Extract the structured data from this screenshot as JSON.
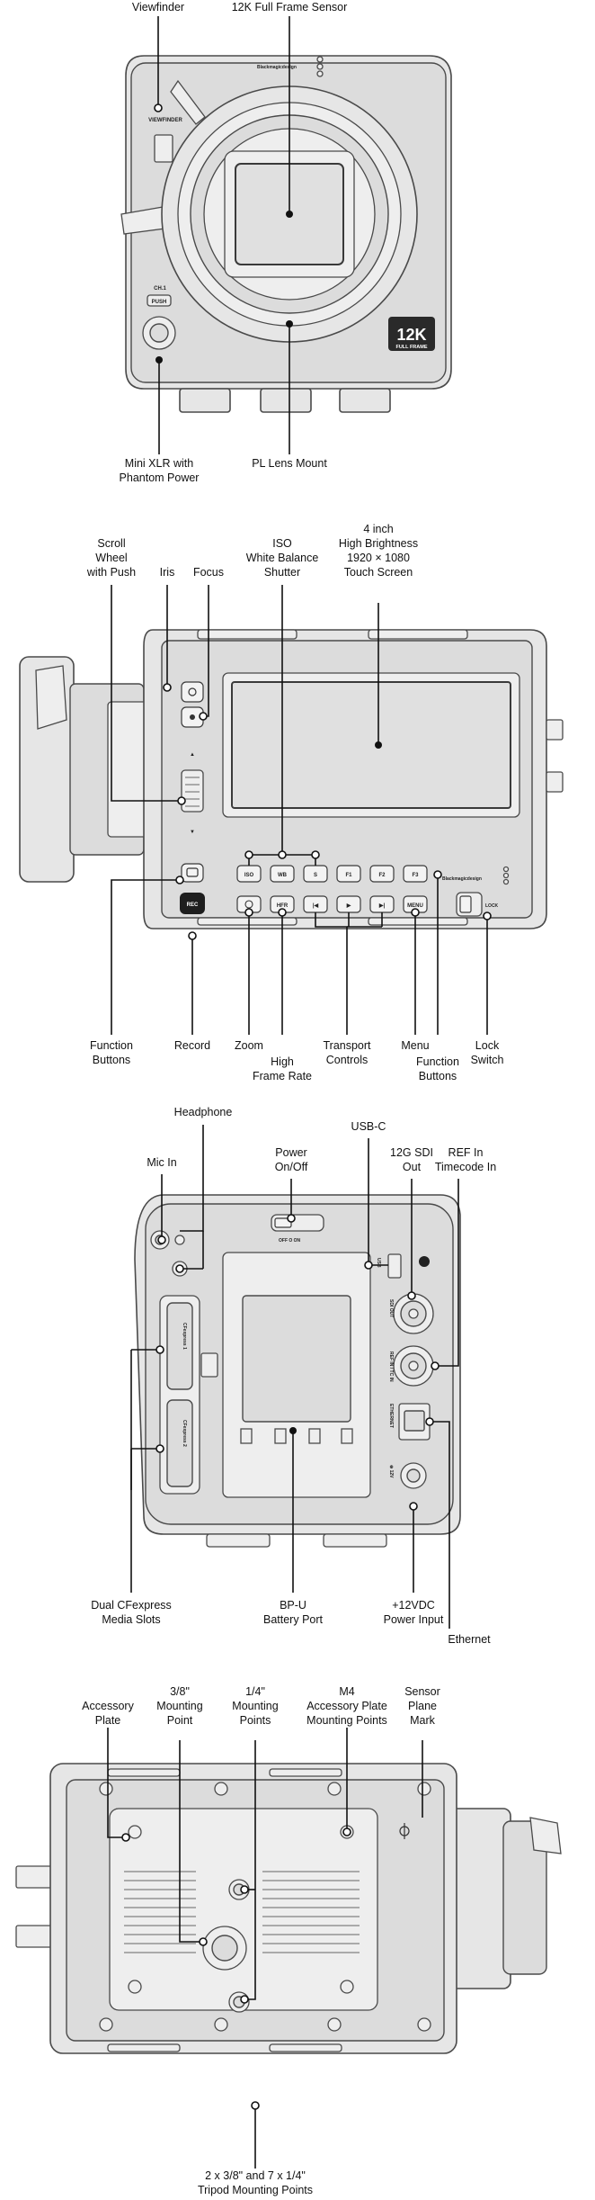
{
  "diagram_front": {
    "labels": {
      "viewfinder": [
        "Viewfinder"
      ],
      "sensor": [
        "12K Full Frame Sensor"
      ],
      "mini_xlr": [
        "Mini XLR with",
        "Phantom Power"
      ],
      "pl_mount": [
        "PL Lens Mount"
      ]
    },
    "markings": {
      "brand": "Blackmagicdesign",
      "viewfinder_tag": "VIEWFINDER",
      "ch1": "CH.1",
      "push": "PUSH",
      "badge_big": "12K",
      "badge_small": "FULL FRAME"
    }
  },
  "diagram_side": {
    "labels": {
      "scroll_wheel": [
        "Scroll",
        "Wheel",
        "with Push"
      ],
      "iris": [
        "Iris"
      ],
      "focus": [
        "Focus"
      ],
      "iso_group": [
        "ISO",
        "White Balance",
        "Shutter"
      ],
      "screen": [
        "4 inch",
        "High Brightness",
        "1920 × 1080",
        "Touch Screen"
      ],
      "function_buttons_left": [
        "Function",
        "Buttons"
      ],
      "record": [
        "Record"
      ],
      "zoom": [
        "Zoom"
      ],
      "hfr": [
        "High",
        "Frame Rate"
      ],
      "transport": [
        "Transport",
        "Controls"
      ],
      "menu": [
        "Menu"
      ],
      "function_buttons_right": [
        "Function",
        "Buttons"
      ],
      "lock": [
        "Lock",
        "Switch"
      ]
    },
    "buttons": {
      "iso": "ISO",
      "wb": "WB",
      "s": "S",
      "f1": "F1",
      "f2": "F2",
      "f3": "F3",
      "hfr": "HFR",
      "menu": "MENU",
      "rec": "REC",
      "lock": "LOCK",
      "brand": "Blackmagicdesign",
      "up": "▲",
      "down": "▼",
      "play": "▶",
      "prev": "|◀",
      "next": "▶|"
    }
  },
  "diagram_rear": {
    "labels": {
      "headphone": [
        "Headphone"
      ],
      "mic_in": [
        "Mic In"
      ],
      "power": [
        "Power",
        "On/Off"
      ],
      "usbc": [
        "USB-C"
      ],
      "sdi": [
        "12G SDI",
        "Out"
      ],
      "ref": [
        "REF In",
        "Timecode In"
      ],
      "cfexpress": [
        "Dual CFexpress",
        "Media Slots"
      ],
      "battery": [
        "BP-U",
        "Battery Port"
      ],
      "dc": [
        "+12VDC",
        "Power Input"
      ],
      "ethernet": [
        "Ethernet"
      ]
    },
    "markings": {
      "off_on": "OFF  O  ON",
      "usb": "USB",
      "sdi_out": "SDI OUT",
      "ref_in": "REF IN / TC IN",
      "eth": "ETHERNET",
      "v12": "⊕ 12V",
      "cf1": "CFexpress 1",
      "cf2": "CFexpress 2"
    }
  },
  "diagram_bottom": {
    "labels": {
      "accessory_plate": [
        "Accessory",
        "Plate"
      ],
      "mount_38": [
        "3/8\"",
        "Mounting",
        "Point"
      ],
      "mount_14": [
        "1/4\"",
        "Mounting",
        "Points"
      ],
      "m4": [
        "M4",
        "Accessory Plate",
        "Mounting Points"
      ],
      "sensor_mark": [
        "Sensor",
        "Plane",
        "Mark"
      ],
      "tripod": [
        "2 x 3/8\" and 7 x 1/4\"",
        "Tripod Mounting Points"
      ]
    }
  }
}
